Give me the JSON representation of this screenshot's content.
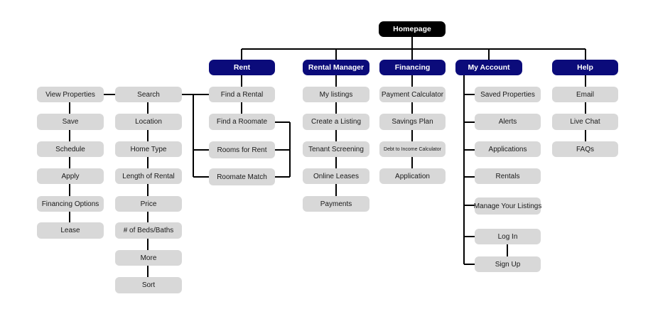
{
  "root": "Homepage",
  "categories": {
    "rent": "Rent",
    "rental_manager": "Rental Manager",
    "financing": "Financing",
    "my_account": "My Account",
    "help": "Help"
  },
  "rent": {
    "browse": [
      "View Properties",
      "Save",
      "Schedule",
      "Apply",
      "Financing Options",
      "Lease"
    ],
    "search": [
      "Search",
      "Location",
      "Home Type",
      "Length of Rental",
      "Price",
      "# of Beds/Baths",
      "More",
      "Sort"
    ],
    "options": [
      "Find a Rental",
      "Find a Roomate",
      "Rooms for Rent",
      "Roomate Match"
    ]
  },
  "rental_manager": [
    "My listings",
    "Create a Listing",
    "Tenant Screening",
    "Online Leases",
    "Payments"
  ],
  "financing": [
    "Payment Calculator",
    "Savings Plan",
    "Debt to Income Calculator",
    "Application"
  ],
  "my_account": [
    "Saved Properties",
    "Alerts",
    "Applications",
    "Rentals",
    "Manage Your Listings",
    "Log In",
    "Sign Up"
  ],
  "help": [
    "Email",
    "Live Chat",
    "FAQs"
  ],
  "colors": {
    "root": "#000000",
    "category": "#0b0b7a",
    "leaf": "#d8d8d8",
    "line": "#000000"
  }
}
